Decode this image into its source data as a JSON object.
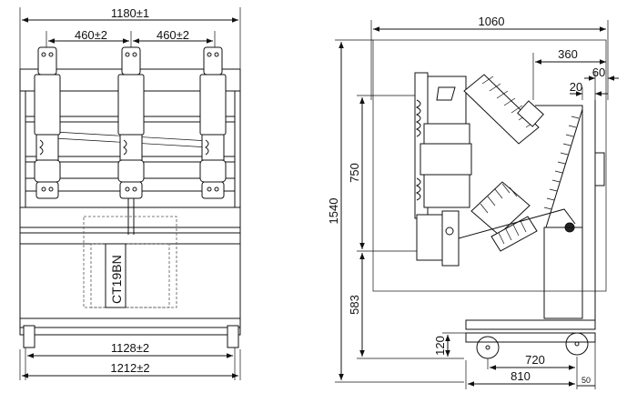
{
  "front_view": {
    "dims": {
      "overall_width": "1180±1",
      "pole_spacing_left": "460±2",
      "pole_spacing_right": "460±2",
      "wheel_track_inner": "1128±2",
      "wheel_track_outer": "1212±2"
    },
    "mechanism_label": "CT19BN"
  },
  "side_view": {
    "dims": {
      "depth_overall": "1060",
      "rear_360": "360",
      "rear_60": "60",
      "rear_20": "20",
      "height_overall": "1540",
      "height_750": "750",
      "height_583": "583",
      "height_120": "120",
      "base_720": "720",
      "base_810": "810",
      "base_50": "50"
    }
  }
}
